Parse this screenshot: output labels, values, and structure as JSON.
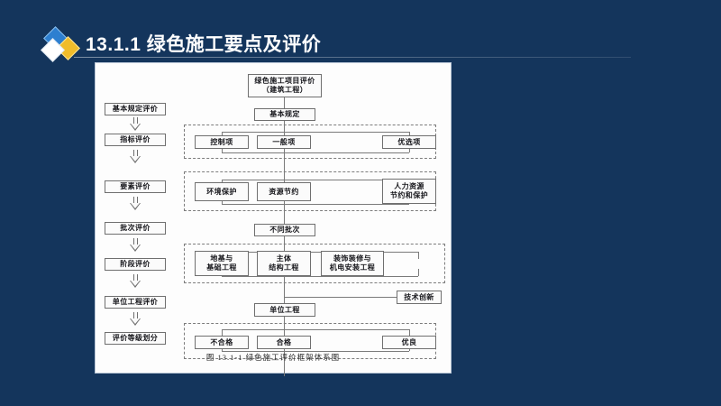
{
  "slide": {
    "background_color": "#14355c",
    "title": "13.1.1 绿色施工要点及评价",
    "logo_colors": [
      "#2d7fd0",
      "#f0bc2a",
      "#ffffff"
    ]
  },
  "figure": {
    "caption": "图 13.1-1  绿色施工评价框架体系图",
    "top_node": "绿色施工项目评价\n（建筑工程）",
    "top_node_line1": "绿色施工项目评价",
    "top_node_line2": "（建筑工程）",
    "basic_node": "基本规定",
    "left_rail": [
      {
        "label": "基本规定评价"
      },
      {
        "label": "指标评价"
      },
      {
        "label": "要素评价"
      },
      {
        "label": "批次评价"
      },
      {
        "label": "阶段评价"
      },
      {
        "label": "单位工程评价"
      },
      {
        "label": "评价等级划分"
      }
    ],
    "group_indicator": {
      "items": [
        "控制项",
        "一般项",
        "优选项"
      ]
    },
    "group_element": {
      "items": [
        "环境保护",
        "资源节约",
        "人力资源\n节约和保护"
      ],
      "item3_line1": "人力资源",
      "item3_line2": "节约和保护"
    },
    "batch_node": "不同批次",
    "group_stage": {
      "item1_line1": "地基与",
      "item1_line2": "基础工程",
      "item2_line1": "主体",
      "item2_line2": "结构工程",
      "item3_line1": "装饰装修与",
      "item3_line2": "机电安装工程"
    },
    "unit_node": "单位工程",
    "innovation_node": "技术创新",
    "group_grade": {
      "items": [
        "不合格",
        "合格",
        "优良"
      ]
    }
  }
}
